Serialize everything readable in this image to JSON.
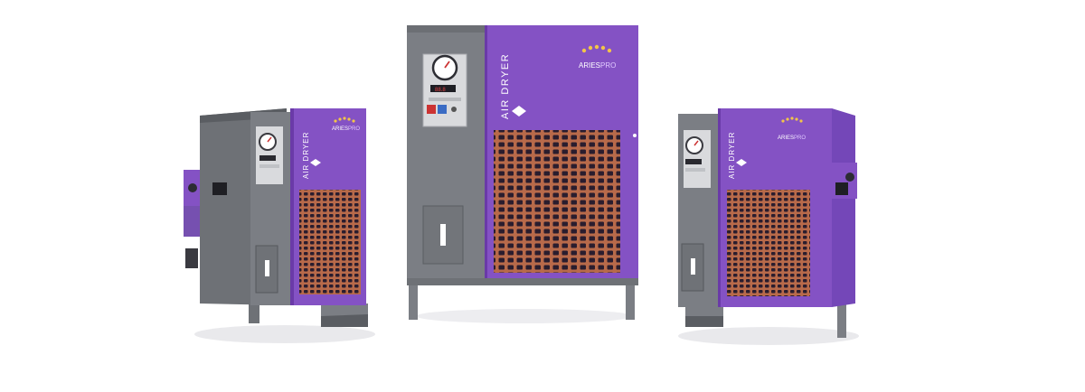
{
  "products": [
    {
      "position": "left",
      "label": "AIR DRYER",
      "brand_main": "ARIES",
      "brand_accent": "PRO"
    },
    {
      "position": "center",
      "label": "AIR DRYER",
      "brand_main": "ARIES",
      "brand_accent": "PRO"
    },
    {
      "position": "right",
      "label": "AIR DRYER",
      "brand_main": "ARIES",
      "brand_accent": "PRO"
    }
  ],
  "colors": {
    "purple": "#8452c4",
    "purple_dark": "#6a3aa8",
    "gray": "#7b7e84",
    "gray_dark": "#5a5d62",
    "copper": "#b86a4a"
  },
  "icons": [
    "pressure-gauge-icon",
    "digital-display-icon",
    "brand-logo-icon",
    "rating-stars-icon"
  ]
}
